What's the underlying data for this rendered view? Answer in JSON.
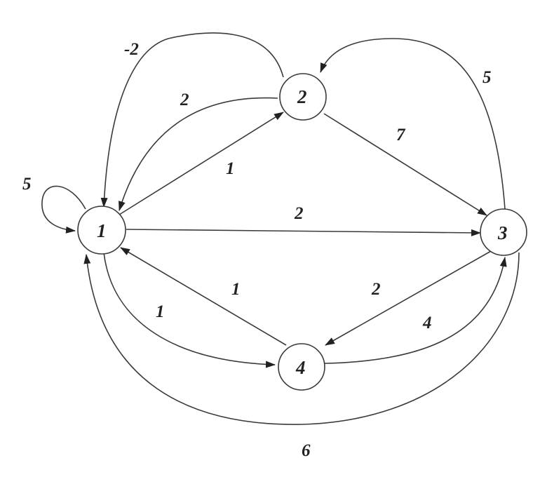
{
  "graph": {
    "nodes": [
      {
        "id": "1",
        "label": "1"
      },
      {
        "id": "2",
        "label": "2"
      },
      {
        "id": "3",
        "label": "3"
      },
      {
        "id": "4",
        "label": "4"
      }
    ],
    "edges": [
      {
        "id": "e-1-1",
        "from": "1",
        "to": "1",
        "weight": "5"
      },
      {
        "id": "e-2-1-outer",
        "from": "2",
        "to": "1",
        "weight": "-2"
      },
      {
        "id": "e-2-1-inner",
        "from": "2",
        "to": "1",
        "weight": "2"
      },
      {
        "id": "e-1-2",
        "from": "1",
        "to": "2",
        "weight": "1"
      },
      {
        "id": "e-2-3",
        "from": "2",
        "to": "3",
        "weight": "7"
      },
      {
        "id": "e-3-2",
        "from": "3",
        "to": "2",
        "weight": "5"
      },
      {
        "id": "e-1-3",
        "from": "1",
        "to": "3",
        "weight": "2"
      },
      {
        "id": "e-4-1",
        "from": "4",
        "to": "1",
        "weight": "1"
      },
      {
        "id": "e-1-4",
        "from": "1",
        "to": "4",
        "weight": "1"
      },
      {
        "id": "e-3-4",
        "from": "3",
        "to": "4",
        "weight": "2"
      },
      {
        "id": "e-4-3",
        "from": "4",
        "to": "3",
        "weight": "4"
      },
      {
        "id": "e-3-1",
        "from": "3",
        "to": "1",
        "weight": "6"
      }
    ]
  }
}
